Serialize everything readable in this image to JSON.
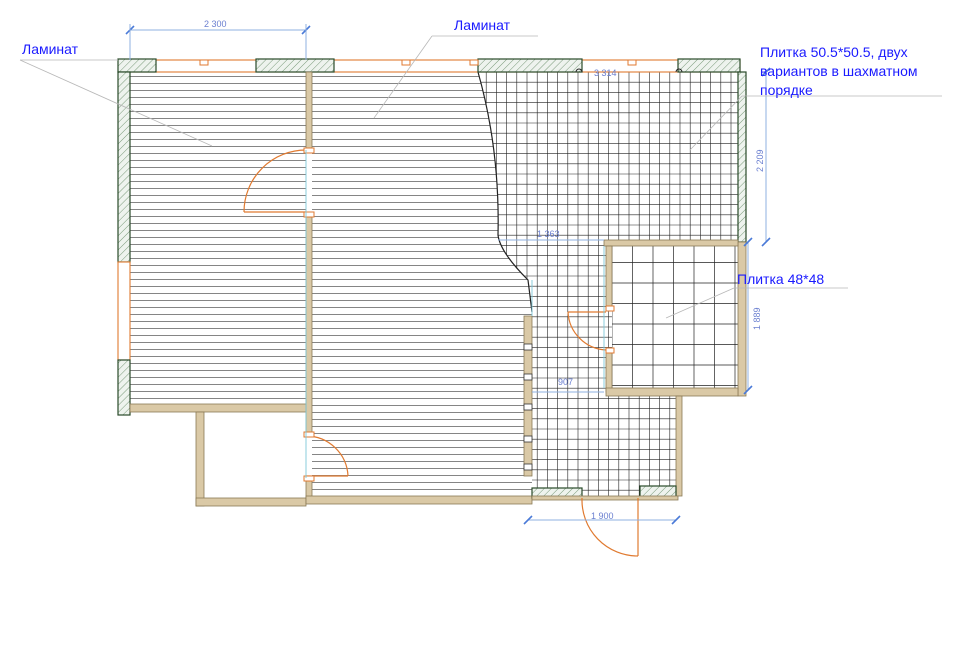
{
  "labels": {
    "laminate_left": "Ламинат",
    "laminate_top": "Ламинат",
    "tile_big_line1": "Плитка 50.5*50.5, двух",
    "tile_big_line2": "вариантов в шахматном",
    "tile_big_line3": "порядке",
    "tile_small": "Плитка 48*48"
  },
  "dimensions": {
    "top_width": "2 300",
    "top_right": "3 314",
    "right_height_upper": "2 209",
    "inner_width": "1 363",
    "right_height_lower": "1 889",
    "corridor_width": "907",
    "bottom_width": "1 900"
  },
  "colors": {
    "callout_text": "#1a1aff",
    "dimension_text": "#6a7fd0",
    "wall_fill": "#dac9a6",
    "door_orange": "#e07a30",
    "hatched_wall": "#2a4a2a"
  }
}
